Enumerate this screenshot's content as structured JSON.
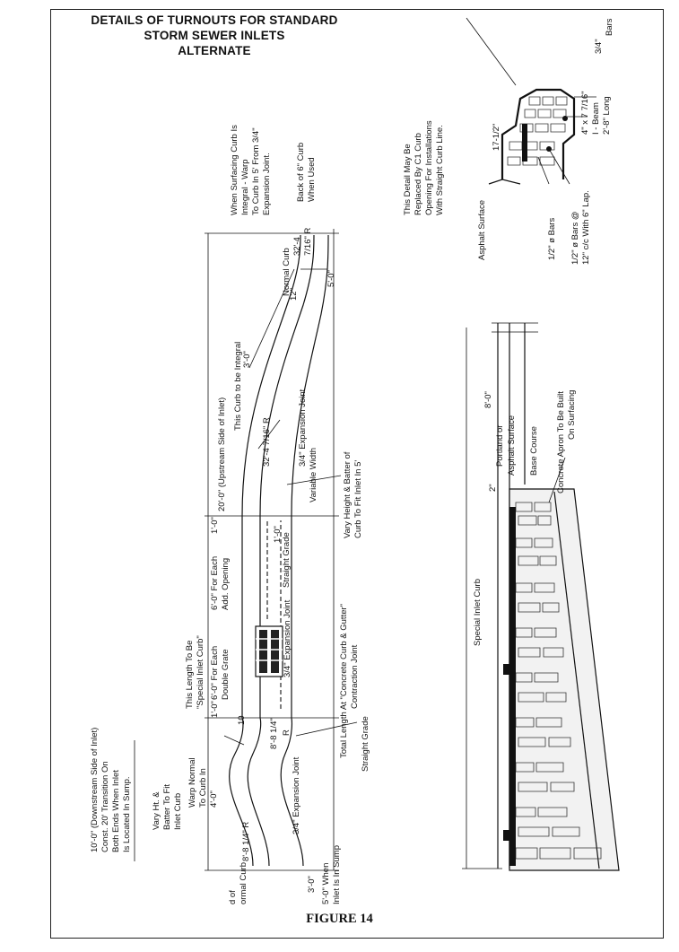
{
  "title": {
    "line1": "DETAILS OF TURNOUTS FOR STANDARD",
    "line2": "STORM SEWER INLETS",
    "line3": "ALTERNATE"
  },
  "caption": "FIGURE 14",
  "plan_labels": {
    "downstream": "10'-0\" (Downstream Side of Inlet)",
    "downstream_2": "Const. 20' Transition On",
    "downstream_3": "Both Ends When Inlet",
    "downstream_4": "Is Located In Sump.",
    "vary_ht": "Vary Ht. &",
    "batter": "Batter To Fit",
    "inlet_curb": "Inlet Curb",
    "warp_normal": "Warp Normal",
    "to_curb": "To Curb In",
    "four_0": "4'-0\"",
    "radius_8": "8'-8 1/4\" R",
    "normal_curb_end": "d of",
    "normal_curb_end_2": "ormal Curb",
    "three_0": "3'-0\"",
    "five_0_sump": "5'-0\" When",
    "inlet_sump": "Inlet Is In Sump",
    "length_special": "This Length To Be",
    "length_special_2": "\"Special Inlet Curb\"",
    "six_0_each": "6'-0\" For Each",
    "double_grate": "Double Grate",
    "six_0_each_2": "6'-0\" For Each",
    "add_opening": "Add. Opening",
    "total_length": "Total Length At \"Concrete Curb & Gutter\"",
    "contraction_joint": "Contraction Joint",
    "straight_grade": "Straight Grade",
    "straight_grade_2": "Straight Grade",
    "expansion_joint_low": "3/4\" Expansion Joint",
    "radius_8b": "8'-8 1/4\"",
    "r_label": "R",
    "ten": "10",
    "one_0a": "1'-0\"",
    "one_0b": "1'-0\"",
    "one_0c": "1'-0\"",
    "twenty_0": "20'-0\" (Upstream Side of Inlet)",
    "curb_integral": "This Curb to be Integral",
    "radius_32": "32'-4 7/16\" R",
    "expansion_joint_mid": "3/4\" Expansion Joint",
    "variable_width": "Variable Width",
    "vary_height_batter": "Vary Height & Batter of",
    "curb_fit": "Curb To Fit Inlet In 5'",
    "three_0b": "3'-0\"",
    "normal_curb": "Normal Curb",
    "three_two_4": "32'-4",
    "seven_16_r": "7/16\" R",
    "twelve": "12\"",
    "five_0b": "5'-0\"",
    "when_surfacing": "When Surfacing Curb Is",
    "integral_warp": "Integral - Warp",
    "curb_5": "To Curb In 5' From 3/4\"",
    "expansion_joint_top": "Expansion Joint.",
    "back_curb": "Back of 6\" Curb",
    "when_used": "When Used"
  },
  "section_labels": {
    "special_inlet_curb": "Special Inlet Curb",
    "eight_0": "8'-0\"",
    "portland": "Portland or",
    "asphalt_surface": "Asphalt Surface",
    "base_course": "Base Course",
    "two": "2\"",
    "concrete_apron": "Concrete Apron To Be Built",
    "on_surfacing": "On Surfacing"
  },
  "detail_labels": {
    "detail_replaced": "This Detail May Be",
    "detail_replaced_2": "Replaced By C1 Curb",
    "detail_replaced_3": "Opening For Installations",
    "detail_replaced_4": "With Straight Curb Line.",
    "three_quarter_bars": "3/4\"",
    "bars": "Bars",
    "bar_dim": "4\" x 7 7/16\"",
    "beam": "I - Beam",
    "beam_long": "2'-8\" Long",
    "seventeen": "17-1/2\"",
    "asphalt_surface": "Asphalt Surface",
    "half_bars": "1/2\" ø Bars",
    "half_bars_b": "1/2\" ø Bars @",
    "bars_spacing": "12\" c/c With 6\" Lap."
  }
}
